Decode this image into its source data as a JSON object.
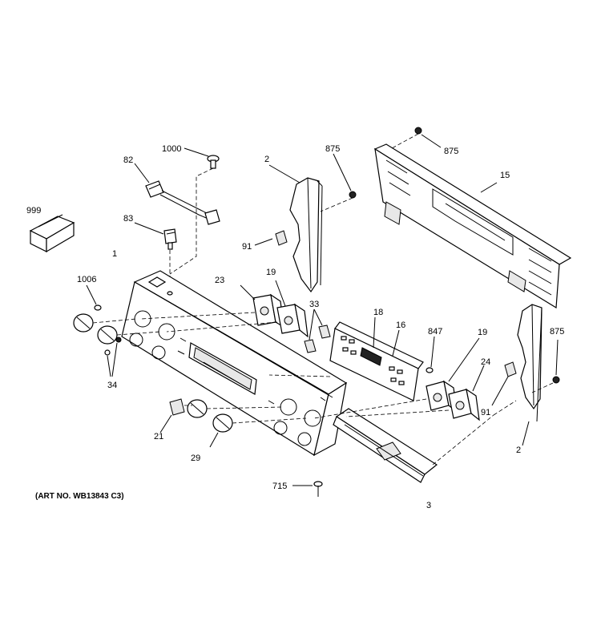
{
  "labels": {
    "l1000": "1000",
    "l82": "82",
    "l999": "999",
    "l83": "83",
    "l1006": "1006",
    "l1": "1",
    "l23": "23",
    "l19a": "19",
    "l33": "33",
    "l34": "34",
    "l21": "21",
    "l29": "29",
    "l715": "715",
    "l3": "3",
    "l2a": "2",
    "l91a": "91",
    "l875a": "875",
    "l875b": "875",
    "l15": "15",
    "l18": "18",
    "l16": "16",
    "l847": "847",
    "l19b": "19",
    "l24": "24",
    "l875c": "875",
    "l91b": "91",
    "l2b": "2"
  },
  "art_number": "(ART NO. WB13843 C3)"
}
